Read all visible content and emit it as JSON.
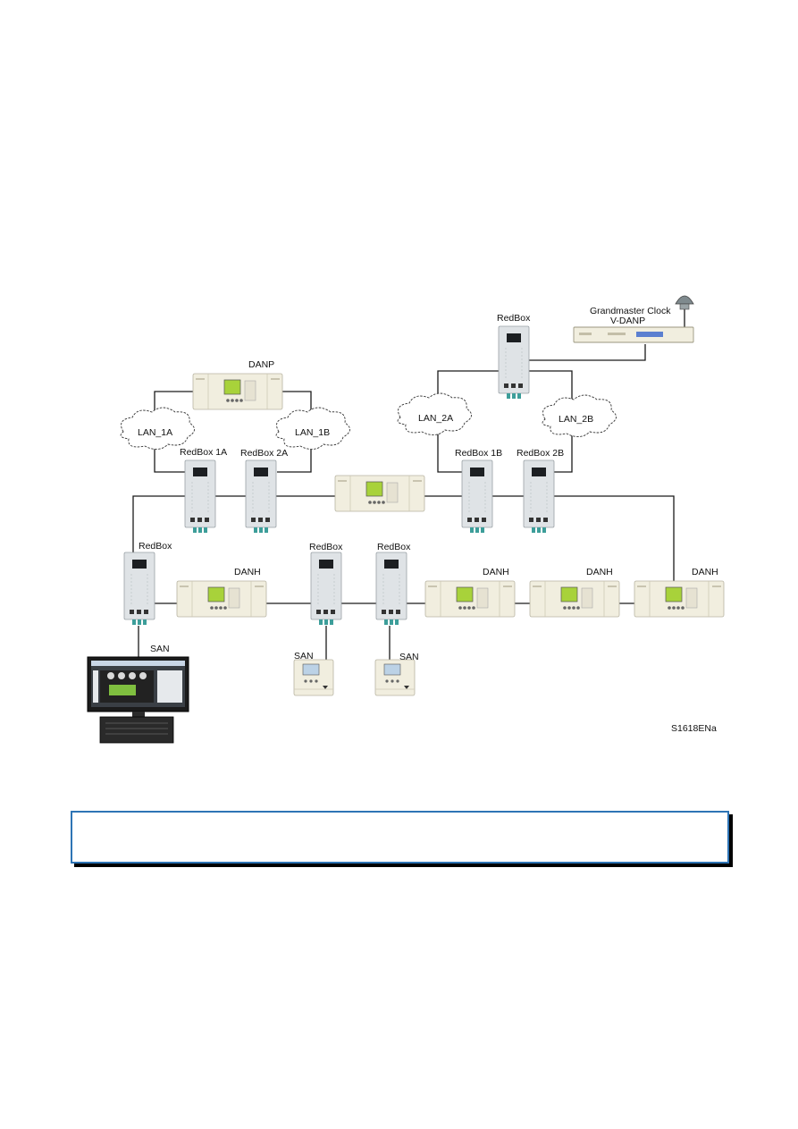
{
  "diagram": {
    "grandmaster_title": "Grandmaster Clock",
    "grandmaster_subtitle": "V-DANP",
    "labels": {
      "danp": "DANP",
      "redbox_top": "RedBox",
      "lan_1a": "LAN_1A",
      "lan_1b": "LAN_1B",
      "lan_2a": "LAN_2A",
      "lan_2b": "LAN_2B",
      "redbox_1a": "RedBox 1A",
      "redbox_2a": "RedBox 2A",
      "redbox_1b": "RedBox 1B",
      "redbox_2b": "RedBox 2B",
      "redbox_left": "RedBox",
      "redbox_mid1": "RedBox",
      "redbox_mid2": "RedBox",
      "danh_1": "DANH",
      "danh_2": "DANH",
      "danh_3": "DANH",
      "danh_4": "DANH",
      "san_pc": "SAN",
      "san_1": "SAN",
      "san_2": "SAN"
    },
    "figure_ref": "S1618ENa"
  },
  "colors": {
    "device_body": "#f1eedf",
    "redbox_body": "#dfe3e6",
    "lcd": "#a8d23a",
    "port": "#3d9e9a",
    "caption_border": "#2e74b5"
  },
  "caption": {
    "text": ""
  }
}
